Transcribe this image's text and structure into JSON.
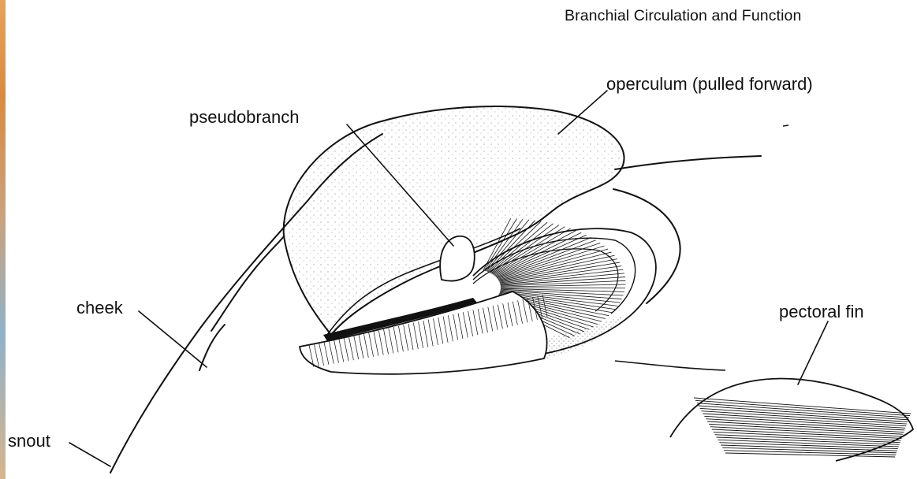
{
  "header": {
    "running_head": "Branchial Circulation and Function"
  },
  "labels": {
    "operculum": "operculum (pulled forward)",
    "pseudobranch": "pseudobranch",
    "cheek": "cheek",
    "pectoral_fin": "pectoral fin",
    "snout": "snout"
  },
  "colors": {
    "ink": "#111111",
    "paper": "#ffffff",
    "edge_strip": "#d98a40"
  }
}
